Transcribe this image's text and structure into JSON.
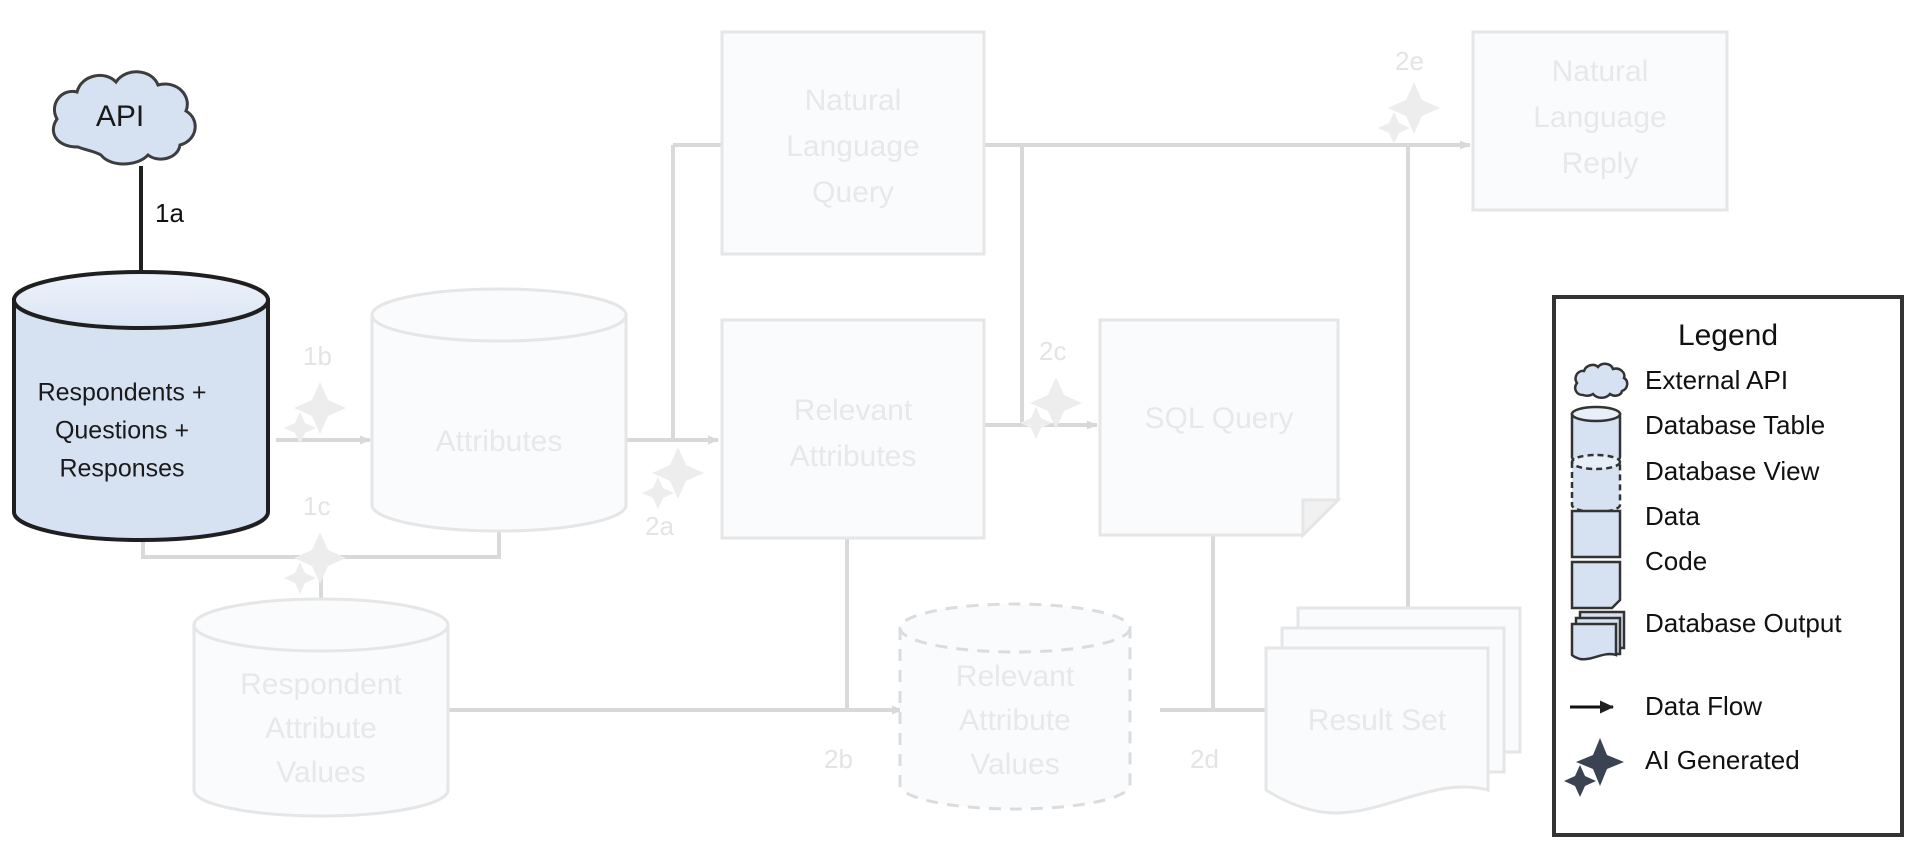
{
  "diagram": {
    "title": "Survey data AI query pipeline flowchart",
    "colors": {
      "faded_stroke": "#e6e6e6",
      "faded_fill": "#fafbfc",
      "faded_text": "#e8e8e8",
      "active_stroke": "#1f1f1f",
      "active_fill": "#d6e1f2",
      "active_text": "#1a1a1a",
      "legend_border": "#333333",
      "sparkle": "#3b4252"
    },
    "nodes": [
      {
        "id": "api",
        "label": "API",
        "shape": "cloud",
        "state": "active"
      },
      {
        "id": "respondents",
        "label": "Respondents +\nQuestions +\nResponses",
        "shape": "database-table",
        "state": "active"
      },
      {
        "id": "attributes",
        "label": "Attributes",
        "shape": "database-table",
        "state": "faded"
      },
      {
        "id": "respondent_attribute_values",
        "label": "Respondent\nAttribute\nValues",
        "shape": "database-table",
        "state": "faded"
      },
      {
        "id": "natural_language_query",
        "label": "Natural\nLanguage\nQuery",
        "shape": "data",
        "state": "faded"
      },
      {
        "id": "relevant_attributes",
        "label": "Relevant\nAttributes",
        "shape": "data",
        "state": "faded"
      },
      {
        "id": "sql_query",
        "label": "SQL Query",
        "shape": "code",
        "state": "faded"
      },
      {
        "id": "relevant_attribute_values",
        "label": "Relevant\nAttribute\nValues",
        "shape": "database-view",
        "state": "faded"
      },
      {
        "id": "result_set",
        "label": "Result Set",
        "shape": "database-output",
        "state": "faded"
      },
      {
        "id": "natural_language_reply",
        "label": "Natural\nLanguage\nReply",
        "shape": "data",
        "state": "faded"
      }
    ],
    "node_labels": {
      "api": "API",
      "respondents_l1": "Respondents +",
      "respondents_l2": "Questions +",
      "respondents_l3": "Responses",
      "attributes": "Attributes",
      "rav_l1": "Respondent",
      "rav_l2": "Attribute",
      "rav_l3": "Values",
      "nlq_l1": "Natural",
      "nlq_l2": "Language",
      "nlq_l3": "Query",
      "relattr_l1": "Relevant",
      "relattr_l2": "Attributes",
      "sql": "SQL Query",
      "relav_l1": "Relevant",
      "relav_l2": "Attribute",
      "relav_l3": "Values",
      "result_set": "Result Set",
      "nlr_l1": "Natural",
      "nlr_l2": "Language",
      "nlr_l3": "Reply"
    },
    "edges": [
      {
        "id": "1a",
        "label": "1a",
        "from": "api",
        "to": "respondents",
        "ai": false,
        "state": "active"
      },
      {
        "id": "1b",
        "label": "1b",
        "from": "respondents",
        "to": "attributes",
        "ai": true,
        "state": "faded"
      },
      {
        "id": "1c",
        "label": "1c",
        "from": "respondents+attributes",
        "to": "respondent_attribute_values",
        "ai": true,
        "state": "faded"
      },
      {
        "id": "2a",
        "label": "2a",
        "from": "attributes+natural_language_query",
        "to": "relevant_attributes",
        "ai": true,
        "state": "faded"
      },
      {
        "id": "2b",
        "label": "2b",
        "from": "respondent_attribute_values+relevant_attributes",
        "to": "relevant_attribute_values",
        "ai": false,
        "state": "faded"
      },
      {
        "id": "2c",
        "label": "2c",
        "from": "natural_language_query+relevant_attributes",
        "to": "sql_query",
        "ai": true,
        "state": "faded"
      },
      {
        "id": "2d",
        "label": "2d",
        "from": "relevant_attribute_values+sql_query",
        "to": "result_set",
        "ai": false,
        "state": "faded"
      },
      {
        "id": "2e",
        "label": "2e",
        "from": "natural_language_query+result_set",
        "to": "natural_language_reply",
        "ai": true,
        "state": "faded"
      }
    ],
    "edge_labels": {
      "e1a": "1a",
      "e1b": "1b",
      "e1c": "1c",
      "e2a": "2a",
      "e2b": "2b",
      "e2c": "2c",
      "e2d": "2d",
      "e2e": "2e"
    }
  },
  "legend": {
    "title": "Legend",
    "items": [
      {
        "icon": "cloud-icon",
        "label": "External API"
      },
      {
        "icon": "cylinder-icon",
        "label": "Database Table"
      },
      {
        "icon": "dashed-cylinder-icon",
        "label": "Database View"
      },
      {
        "icon": "square-icon",
        "label": "Data"
      },
      {
        "icon": "folded-corner-icon",
        "label": "Code"
      },
      {
        "icon": "stacked-documents-icon",
        "label": "Database Output"
      },
      {
        "icon": "arrow-icon",
        "label": "Data Flow"
      },
      {
        "icon": "sparkle-icon",
        "label": "AI Generated"
      }
    ],
    "labels": {
      "l0": "External API",
      "l1": "Database Table",
      "l2": "Database View",
      "l3": "Data",
      "l4": "Code",
      "l5": "Database Output",
      "l6": "Data Flow",
      "l7": "AI Generated"
    }
  }
}
